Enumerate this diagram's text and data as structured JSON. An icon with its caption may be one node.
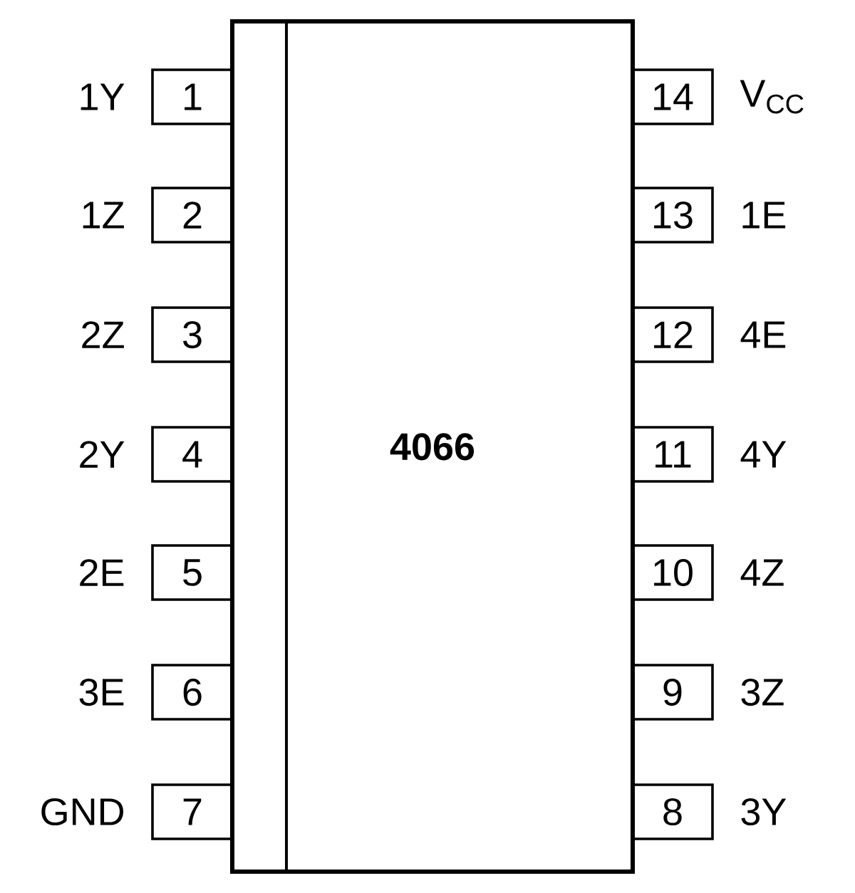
{
  "diagram": {
    "nodes": [
      {
        "text": [
          "4066"
        ]
      },
      {
        "text": [
          "1"
        ],
        "beside": [
          "1Y"
        ]
      },
      {
        "text": [
          "2"
        ],
        "beside": [
          "1Z"
        ]
      },
      {
        "text": [
          "3"
        ],
        "beside": [
          "2Z"
        ]
      },
      {
        "text": [
          "4"
        ],
        "beside": [
          "2Y"
        ]
      },
      {
        "text": [
          "5"
        ],
        "beside": [
          "2E"
        ]
      },
      {
        "text": [
          "6"
        ],
        "beside": [
          "3E"
        ]
      },
      {
        "text": [
          "7"
        ],
        "beside": [
          "GND"
        ]
      },
      {
        "text": [
          "8"
        ],
        "beside": [
          "3Y"
        ]
      },
      {
        "text": [
          "9"
        ],
        "beside": [
          "3Z"
        ]
      },
      {
        "text": [
          "10"
        ],
        "beside": [
          "4Z"
        ]
      },
      {
        "text": [
          "11"
        ],
        "beside": [
          "4Y"
        ]
      },
      {
        "text": [
          "12"
        ],
        "beside": [
          "4E"
        ]
      },
      {
        "text": [
          "13"
        ],
        "beside": [
          "1E"
        ]
      },
      {
        "text": [
          "14"
        ],
        "beside": [
          "V$_{CC}$"
        ]
      }
    ]
  }
}
